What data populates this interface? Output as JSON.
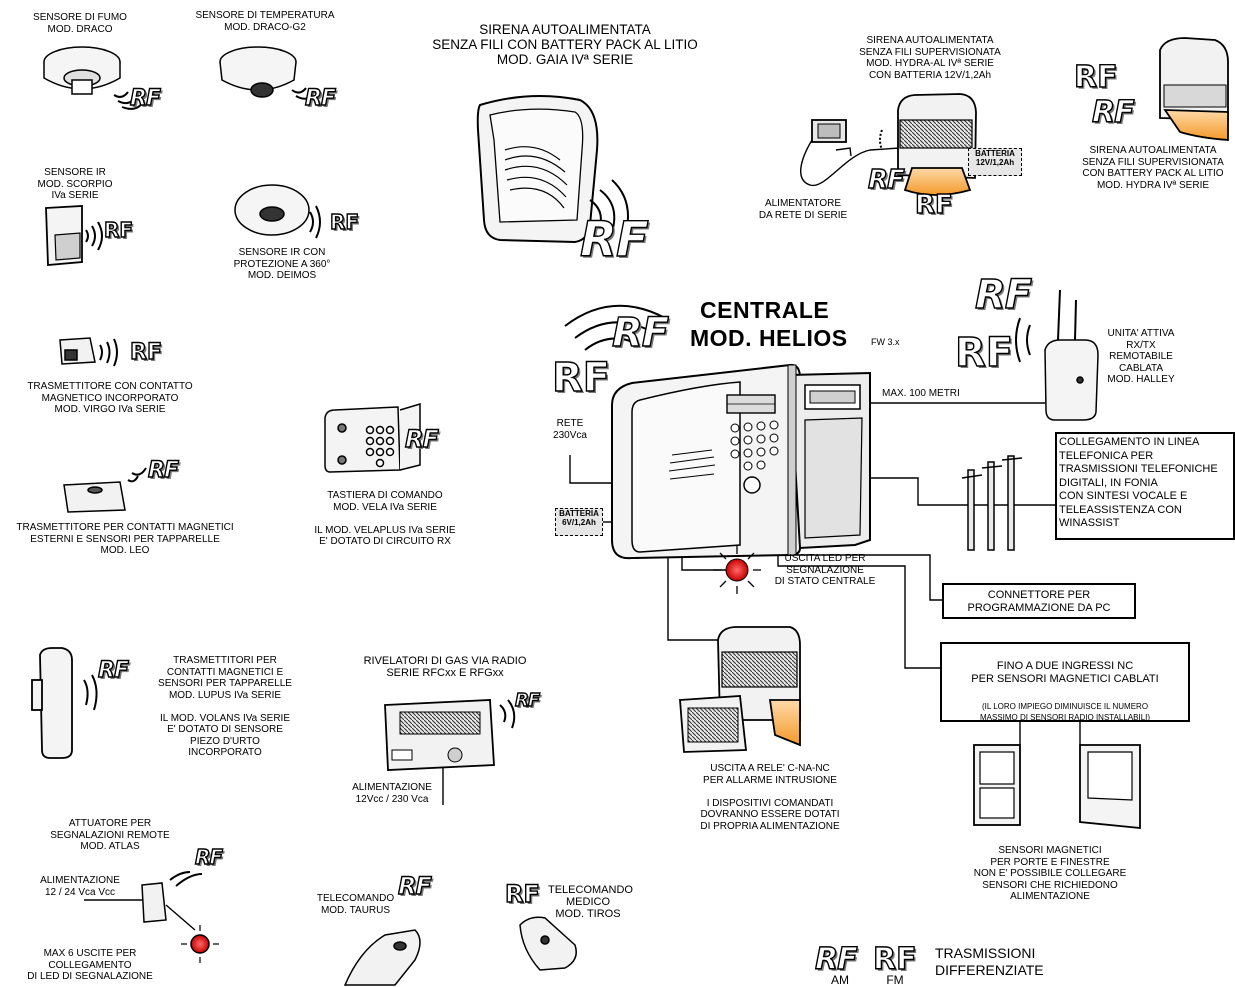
{
  "title": {
    "line1": "CENTRALE",
    "line2": "MOD. HELIOS",
    "fw": "FW 3.x"
  },
  "rf_mark": "RF",
  "devices": {
    "smoke": "SENSORE DI FUMO\nMOD. DRACO",
    "temperature": "SENSORE DI TEMPERATURA\nMOD. DRACO-G2",
    "gaia": "SIRENA  AUTOALIMENTATA\nSENZA FILI  CON BATTERY PACK AL LITIO\nMOD. GAIA IVª SERIE",
    "hydra_al": "SIRENA AUTOALIMENTATA\nSENZA FILI SUPERVISIONATA\nMOD. HYDRA-AL IVª SERIE\nCON BATTERIA 12V/1,2Ah",
    "hydra": "SIRENA  AUTOALIMENTATA\nSENZA FILI  SUPERVISIONATA\nCON BATTERY PACK AL LITIO\nMOD. HYDRA IVª SERIE",
    "alimentatore": "ALIMENTATORE\nDA RETE DI SERIE",
    "battery_hydra": "BATTERIA\n12V/1,2Ah",
    "ir_scorpio": "SENSORE IR\nMOD. SCORPIO\nIVa SERIE",
    "ir_deimos": "SENSORE IR CON\nPROTEZIONE A 360°\nMOD. DEIMOS",
    "virgo": "TRASMETTITORE CON CONTATTO\nMAGNETICO INCORPORATO\nMOD. VIRGO IVa SERIE",
    "leo": "TRASMETTITORE PER CONTATTI MAGNETICI\nESTERNI E SENSORI PER TAPPARELLE\nMOD. LEO",
    "vela": "TASTIERA DI COMANDO\nMOD. VELA IVa SERIE\n\nIL MOD. VELAPLUS IVa SERIE\nE' DOTATO DI CIRCUITO RX",
    "rete": "RETE\n230Vca",
    "battery_central": "BATTERIA\n6V/1,2Ah",
    "halley": "UNITA' ATTIVA\nRX/TX\nREMOTABILE\nCABLATA\nMOD. HALLEY",
    "max_distance": "MAX. 100 METRI",
    "telefono": "COLLEGAMENTO IN LINEA\nTELEFONICA PER\nTRASMISSIONI TELEFONICHE\nDIGITALI, IN FONIA\nCON SINTESI VOCALE E\nTELEASSISTENZA CON\nWINASSIST",
    "led_uscita": "USCITA LED PER\nSEGNALAZIONE\nDI STATO CENTRALE",
    "connettore": "CONNETTORE PER\nPROGRAMMAZIONE DA PC",
    "ingressi_title": "FINO A DUE INGRESSI NC\nPER SENSORI MAGNETICI CABLATI",
    "ingressi_note": "(IL LORO IMPIEGO DIMINUISCE  IL NUMERO\nMASSIMO DI SENSORI RADIO INSTALLABILI)",
    "lupus": "TRASMETTITORI PER\nCONTATTI MAGNETICI E\nSENSORI PER TAPPARELLE\nMOD. LUPUS  IVa SERIE\n\nIL MOD. VOLANS IVa SERIE\nE' DOTATO DI SENSORE\nPIEZO D'URTO\nINCORPORATO",
    "gas": "RIVELATORI DI GAS VIA RADIO\nSERIE RFCxx E RFGxx",
    "gas_power": "ALIMENTAZIONE\n12Vcc / 230 Vca",
    "rele": "USCITA A RELE' C-NA-NC\nPER ALLARME INTRUSIONE\n\nI DISPOSITIVI COMANDATI\nDOVRANNO ESSERE DOTATI\nDI PROPRIA ALIMENTAZIONE",
    "atlas": "ATTUATORE PER\nSEGNALAZIONI REMOTE\nMOD. ATLAS",
    "atlas_power": "ALIMENTAZIONE\n12 / 24 Vca Vcc",
    "atlas_out": "MAX 6 USCITE PER\nCOLLEGAMENTO\nDI LED DI SEGNALAZIONE",
    "taurus": "TELECOMANDO\nMOD. TAURUS",
    "tiros": "TELECOMANDO\nMEDICO\nMOD. TIROS",
    "sensori_mag": "SENSORI MAGNETICI\nPER PORTE E FINESTRE\nNON E' POSSIBILE COLLEGARE\nSENSORI CHE RICHIEDONO\nALIMENTAZIONE"
  },
  "legend": {
    "am": "AM",
    "fm": "FM",
    "text": "TRASMISSIONI\nDIFFERENZIATE"
  }
}
